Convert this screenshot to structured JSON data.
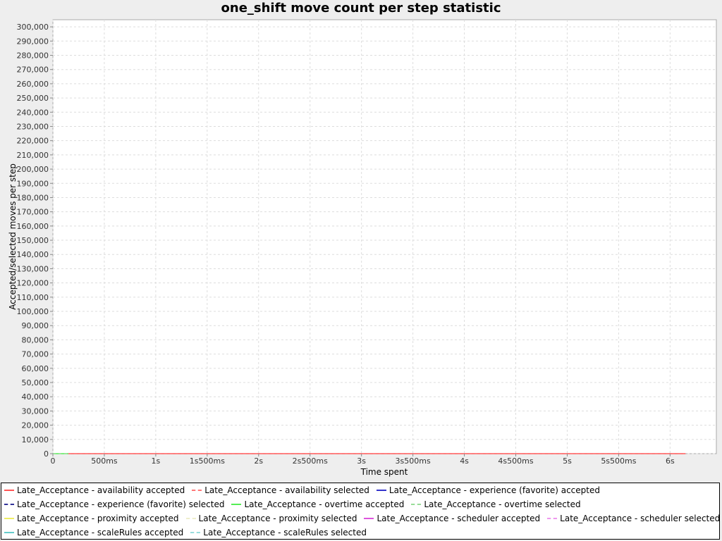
{
  "chart_data": {
    "type": "line",
    "title": "one_shift move count per step statistic",
    "xlabel": "Time spent",
    "ylabel": "Accepted/selected moves per step",
    "xlim": [
      0,
      6.45
    ],
    "ylim": [
      0,
      305000
    ],
    "x_ticks": [
      {
        "v": 0,
        "label": "0"
      },
      {
        "v": 0.5,
        "label": "500ms"
      },
      {
        "v": 1,
        "label": "1s"
      },
      {
        "v": 1.5,
        "label": "1s500ms"
      },
      {
        "v": 2,
        "label": "2s"
      },
      {
        "v": 2.5,
        "label": "2s500ms"
      },
      {
        "v": 3,
        "label": "3s"
      },
      {
        "v": 3.5,
        "label": "3s500ms"
      },
      {
        "v": 4,
        "label": "4s"
      },
      {
        "v": 4.5,
        "label": "4s500ms"
      },
      {
        "v": 5,
        "label": "5s"
      },
      {
        "v": 5.5,
        "label": "5s500ms"
      },
      {
        "v": 6,
        "label": "6s"
      }
    ],
    "y_ticks": [
      {
        "v": 0,
        "label": "0"
      },
      {
        "v": 10000,
        "label": "10,000"
      },
      {
        "v": 20000,
        "label": "20,000"
      },
      {
        "v": 30000,
        "label": "30,000"
      },
      {
        "v": 40000,
        "label": "40,000"
      },
      {
        "v": 50000,
        "label": "50,000"
      },
      {
        "v": 60000,
        "label": "60,000"
      },
      {
        "v": 70000,
        "label": "70,000"
      },
      {
        "v": 80000,
        "label": "80,000"
      },
      {
        "v": 90000,
        "label": "90,000"
      },
      {
        "v": 100000,
        "label": "100,000"
      },
      {
        "v": 110000,
        "label": "110,000"
      },
      {
        "v": 120000,
        "label": "120,000"
      },
      {
        "v": 130000,
        "label": "130,000"
      },
      {
        "v": 140000,
        "label": "140,000"
      },
      {
        "v": 150000,
        "label": "150,000"
      },
      {
        "v": 160000,
        "label": "160,000"
      },
      {
        "v": 170000,
        "label": "170,000"
      },
      {
        "v": 180000,
        "label": "180,000"
      },
      {
        "v": 190000,
        "label": "190,000"
      },
      {
        "v": 200000,
        "label": "200,000"
      },
      {
        "v": 210000,
        "label": "210,000"
      },
      {
        "v": 220000,
        "label": "220,000"
      },
      {
        "v": 230000,
        "label": "230,000"
      },
      {
        "v": 240000,
        "label": "240,000"
      },
      {
        "v": 250000,
        "label": "250,000"
      },
      {
        "v": 260000,
        "label": "260,000"
      },
      {
        "v": 270000,
        "label": "270,000"
      },
      {
        "v": 280000,
        "label": "280,000"
      },
      {
        "v": 290000,
        "label": "290,000"
      },
      {
        "v": 300000,
        "label": "300,000"
      }
    ],
    "grid": true,
    "legend_position": "bottom",
    "series": [
      {
        "name": "Late_Acceptance - availability accepted",
        "color": "#ff5555",
        "dash": false,
        "x": [
          0.15,
          6.15
        ],
        "y": [
          0,
          0
        ]
      },
      {
        "name": "Late_Acceptance - availability selected",
        "color": "#ff7777",
        "dash": true,
        "x": [
          0.15,
          6.15
        ],
        "y": [
          0,
          0
        ]
      },
      {
        "name": "Late_Acceptance - experience (favorite) accepted",
        "color": "#3333cc",
        "dash": false,
        "x": [],
        "y": []
      },
      {
        "name": "Late_Acceptance - experience (favorite) selected",
        "color": "#333399",
        "dash": true,
        "x": [],
        "y": []
      },
      {
        "name": "Late_Acceptance - overtime accepted",
        "color": "#55ee55",
        "dash": false,
        "x": [
          0.0,
          0.15
        ],
        "y": [
          0,
          0
        ]
      },
      {
        "name": "Late_Acceptance - overtime selected",
        "color": "#99dd99",
        "dash": true,
        "x": [
          0.0,
          0.15
        ],
        "y": [
          0,
          0
        ]
      },
      {
        "name": "Late_Acceptance - proximity accepted",
        "color": "#eeee66",
        "dash": false,
        "x": [],
        "y": []
      },
      {
        "name": "Late_Acceptance - proximity selected",
        "color": "#eeeecc",
        "dash": true,
        "x": [],
        "y": []
      },
      {
        "name": "Late_Acceptance - scheduler accepted",
        "color": "#dd55dd",
        "dash": false,
        "x": [],
        "y": []
      },
      {
        "name": "Late_Acceptance - scheduler selected",
        "color": "#ee99ee",
        "dash": true,
        "x": [],
        "y": []
      },
      {
        "name": "Late_Acceptance - scaleRules accepted",
        "color": "#66cccc",
        "dash": false,
        "x": [],
        "y": []
      },
      {
        "name": "Late_Acceptance - scaleRules selected",
        "color": "#99dddd",
        "dash": true,
        "x": [],
        "y": []
      }
    ]
  }
}
